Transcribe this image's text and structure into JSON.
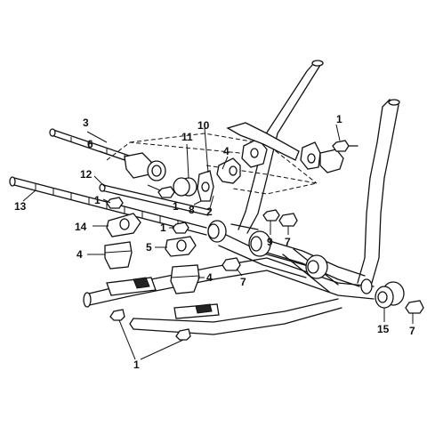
{
  "callouts": {
    "c1a": "1",
    "c1b": "1",
    "c1c": "1",
    "c1d": "1",
    "c1e": "1",
    "c2": "2",
    "c3": "3",
    "c4a": "4",
    "c4b": "4",
    "c4c": "4",
    "c5": "5",
    "c6": "6",
    "c7a": "7",
    "c7b": "7",
    "c7c": "7",
    "c8": "8",
    "c9": "9",
    "c10": "10",
    "c11": "11",
    "c12": "12",
    "c13": "13",
    "c14": "14",
    "c15": "15"
  }
}
